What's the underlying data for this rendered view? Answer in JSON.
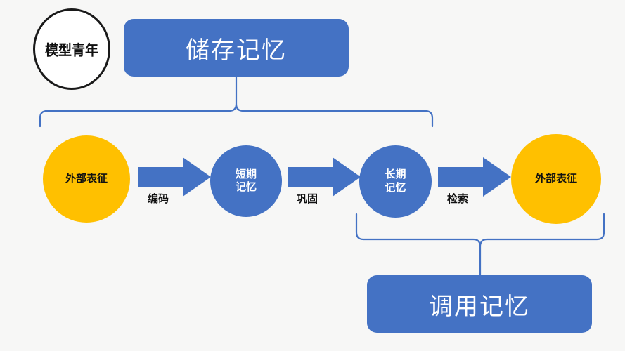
{
  "diagram": {
    "title_alt": "记忆流程图",
    "background_color": "#f7f7f6",
    "brand_blue": "#4472c4",
    "brand_yellow": "#ffc000",
    "logo": {
      "text": "模型青年"
    },
    "process_boxes": [
      {
        "id": "store",
        "label": "储存记忆",
        "color": "#4472c4",
        "text_color": "#ffffff",
        "position": "top"
      },
      {
        "id": "recall",
        "label": "调用记忆",
        "color": "#4472c4",
        "text_color": "#ffffff",
        "position": "bottom-right"
      }
    ],
    "nodes": [
      {
        "id": "external-left",
        "label": "外部表征",
        "color": "#ffc000",
        "text_color": "#111111",
        "shape": "circle"
      },
      {
        "id": "short-term",
        "label": "短期\n记忆",
        "color": "#4472c4",
        "text_color": "#ffffff",
        "shape": "circle"
      },
      {
        "id": "long-term",
        "label": "长期\n记忆",
        "color": "#4472c4",
        "text_color": "#ffffff",
        "shape": "circle"
      },
      {
        "id": "external-right",
        "label": "外部表征",
        "color": "#ffc000",
        "text_color": "#111111",
        "shape": "circle"
      }
    ],
    "arrows": [
      {
        "id": "encode",
        "label": "编码",
        "from": "external-left",
        "to": "short-term",
        "color": "#4472c4"
      },
      {
        "id": "consolidate",
        "label": "巩固",
        "from": "short-term",
        "to": "long-term",
        "color": "#4472c4"
      },
      {
        "id": "retrieve",
        "label": "检索",
        "from": "long-term",
        "to": "external-right",
        "color": "#4472c4"
      }
    ],
    "braces": [
      {
        "id": "store-brace",
        "groups": [
          "external-left",
          "short-term",
          "long-term"
        ],
        "connects_to": "store",
        "orientation": "up",
        "color": "#4472c4"
      },
      {
        "id": "recall-brace",
        "groups": [
          "long-term",
          "external-right"
        ],
        "connects_to": "recall",
        "orientation": "down",
        "color": "#4472c4"
      }
    ]
  }
}
